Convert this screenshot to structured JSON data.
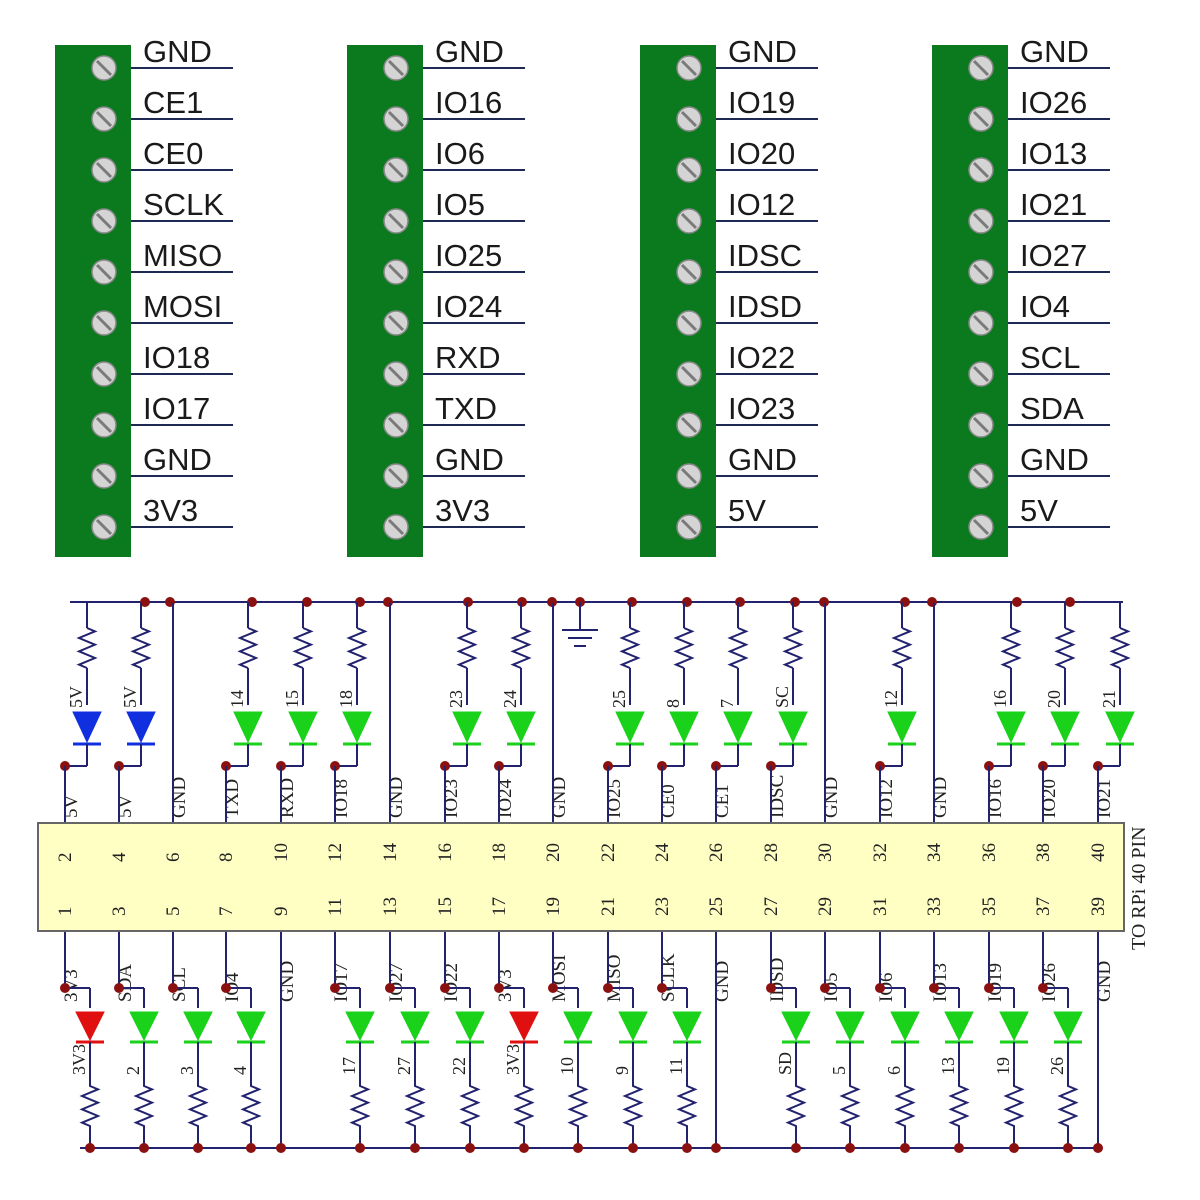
{
  "terminal_blocks": [
    {
      "labels": [
        "GND",
        "CE1",
        "CE0",
        "SCLK",
        "MISO",
        "MOSI",
        "IO18",
        "IO17",
        "GND",
        "3V3"
      ]
    },
    {
      "labels": [
        "GND",
        "IO16",
        "IO6",
        "IO5",
        "IO25",
        "IO24",
        "RXD",
        "TXD",
        "GND",
        "3V3"
      ]
    },
    {
      "labels": [
        "GND",
        "IO19",
        "IO20",
        "IO12",
        "IDSC",
        "IDSD",
        "IO22",
        "IO23",
        "GND",
        "5V"
      ]
    },
    {
      "labels": [
        "GND",
        "IO26",
        "IO13",
        "IO21",
        "IO27",
        "IO4",
        "SCL",
        "SDA",
        "GND",
        "5V"
      ]
    }
  ],
  "header": {
    "title": "TO RPi 40 PIN",
    "even_pins": [
      "2",
      "4",
      "6",
      "8",
      "10",
      "12",
      "14",
      "16",
      "18",
      "20",
      "22",
      "24",
      "26",
      "28",
      "30",
      "32",
      "34",
      "36",
      "38",
      "40"
    ],
    "odd_pins": [
      "1",
      "3",
      "5",
      "7",
      "9",
      "11",
      "13",
      "15",
      "17",
      "19",
      "21",
      "23",
      "25",
      "27",
      "29",
      "31",
      "33",
      "35",
      "37",
      "39"
    ],
    "top_signals": [
      "5V",
      "5V",
      "GND",
      "TXD",
      "RXD",
      "IO18",
      "GND",
      "IO23",
      "IO24",
      "GND",
      "IO25",
      "CE0",
      "CE1",
      "IDSC",
      "GND",
      "IO12",
      "GND",
      "IO16",
      "IO20",
      "IO21"
    ],
    "bottom_signals": [
      "3V3",
      "SDA",
      "SCL",
      "IO4",
      "GND",
      "IO17",
      "IO27",
      "IO22",
      "3V3",
      "MOSI",
      "MISO",
      "SCLK",
      "GND",
      "IDSD",
      "IO5",
      "IO6",
      "IO13",
      "IO19",
      "IO26",
      "GND"
    ]
  },
  "top_leds": [
    {
      "label": "5V",
      "color": "#1030e0"
    },
    {
      "label": "5V",
      "color": "#1030e0"
    },
    {
      "label": "",
      "color": ""
    },
    {
      "label": "14",
      "color": "#19d219"
    },
    {
      "label": "15",
      "color": "#19d219"
    },
    {
      "label": "18",
      "color": "#19d219"
    },
    {
      "label": "",
      "color": ""
    },
    {
      "label": "23",
      "color": "#19d219"
    },
    {
      "label": "24",
      "color": "#19d219"
    },
    {
      "label": "",
      "color": ""
    },
    {
      "label": "25",
      "color": "#19d219"
    },
    {
      "label": "8",
      "color": "#19d219"
    },
    {
      "label": "7",
      "color": "#19d219"
    },
    {
      "label": "SC",
      "color": "#19d219"
    },
    {
      "label": "",
      "color": ""
    },
    {
      "label": "12",
      "color": "#19d219"
    },
    {
      "label": "",
      "color": ""
    },
    {
      "label": "16",
      "color": "#19d219"
    },
    {
      "label": "20",
      "color": "#19d219"
    },
    {
      "label": "21",
      "color": "#19d219"
    }
  ],
  "bottom_leds": [
    {
      "label": "3V3",
      "color": "#e01010"
    },
    {
      "label": "2",
      "color": "#19d219"
    },
    {
      "label": "3",
      "color": "#19d219"
    },
    {
      "label": "4",
      "color": "#19d219"
    },
    {
      "label": "",
      "color": ""
    },
    {
      "label": "17",
      "color": "#19d219"
    },
    {
      "label": "27",
      "color": "#19d219"
    },
    {
      "label": "22",
      "color": "#19d219"
    },
    {
      "label": "3V3",
      "color": "#e01010"
    },
    {
      "label": "10",
      "color": "#19d219"
    },
    {
      "label": "9",
      "color": "#19d219"
    },
    {
      "label": "11",
      "color": "#19d219"
    },
    {
      "label": "",
      "color": ""
    },
    {
      "label": "SD",
      "color": "#19d219"
    },
    {
      "label": "5",
      "color": "#19d219"
    },
    {
      "label": "6",
      "color": "#19d219"
    },
    {
      "label": "13",
      "color": "#19d219"
    },
    {
      "label": "19",
      "color": "#19d219"
    },
    {
      "label": "26",
      "color": "#19d219"
    },
    {
      "label": "",
      "color": ""
    }
  ],
  "colors": {
    "terminal_green": "#0b7a1e",
    "header_fill": "#ffffc4",
    "wire": "#22226e",
    "node": "#8b1010"
  }
}
